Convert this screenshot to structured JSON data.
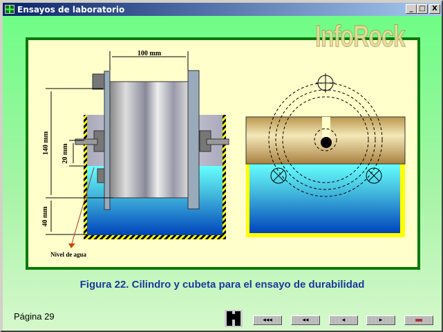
{
  "window": {
    "title": "Ensayos de laboratorio",
    "minimize": "_",
    "maximize": "□",
    "close": "X"
  },
  "logo": "InfoRock",
  "figure": {
    "caption": "Figura 22. Cilindro y cubeta para el ensayo de durabilidad",
    "labels": {
      "width": "100 mm",
      "height": "140 mm",
      "gap": "20 mm",
      "depth": "40 mm",
      "water": "Nivel de agua"
    }
  },
  "footer": {
    "page": "Página 29",
    "nav": [
      {
        "name": "first",
        "glyph": "◂◂◂"
      },
      {
        "name": "back-two",
        "glyph": "◂◂"
      },
      {
        "name": "previous",
        "glyph": "◂"
      },
      {
        "name": "next",
        "glyph": "▸"
      },
      {
        "name": "exit",
        "glyph": ""
      }
    ]
  }
}
